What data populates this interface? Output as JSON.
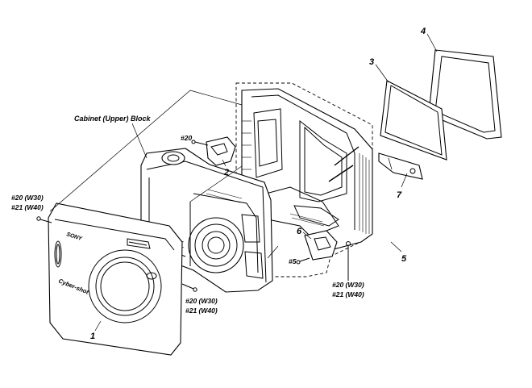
{
  "title": "Cabinet (Upper) Block",
  "callouts": {
    "part_1": "1",
    "part_2": "2",
    "part_3": "3",
    "part_4": "4",
    "part_5": "5",
    "part_6": "6",
    "part_7": "7"
  },
  "screw_refs": {
    "left_w30": "#20 (W30)",
    "left_w40": "#21 (W40)",
    "front_w30": "#20 (W30)",
    "front_w40": "#21 (W40)",
    "bottom_w30": "#20 (W30)",
    "bottom_w40": "#21 (W40)",
    "top_20": "#20",
    "part5_screw": "#5"
  }
}
